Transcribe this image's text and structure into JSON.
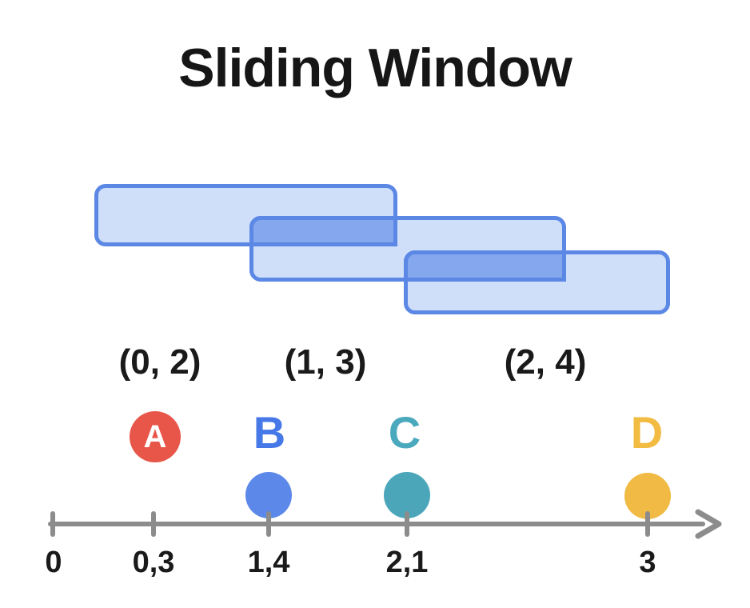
{
  "title": "Sliding Window",
  "windows": [
    {
      "label": "(0, 2)",
      "interval": [
        0,
        2
      ]
    },
    {
      "label": "(1, 3)",
      "interval": [
        1,
        3
      ]
    },
    {
      "label": "(2, 4)",
      "interval": [
        2,
        4
      ]
    }
  ],
  "points": [
    {
      "letter": "A",
      "position": "0,3",
      "color": "#E85549"
    },
    {
      "letter": "B",
      "position": "1,4",
      "color": "#4678E8"
    },
    {
      "letter": "C",
      "position": "2,1",
      "color": "#4BA9BD"
    },
    {
      "letter": "D",
      "position": "3",
      "color": "#F0BA45"
    }
  ],
  "axis": {
    "tick_labels": [
      "0",
      "0,3",
      "1,4",
      "2,1",
      "3"
    ],
    "color": "#8C8C8C"
  },
  "colors": {
    "window_fill": "#CFDFF9",
    "window_border": "#5B87E5",
    "window_overlap_fill": "#84A7ED",
    "text": "#1a1a1a",
    "background": "#ffffff"
  }
}
